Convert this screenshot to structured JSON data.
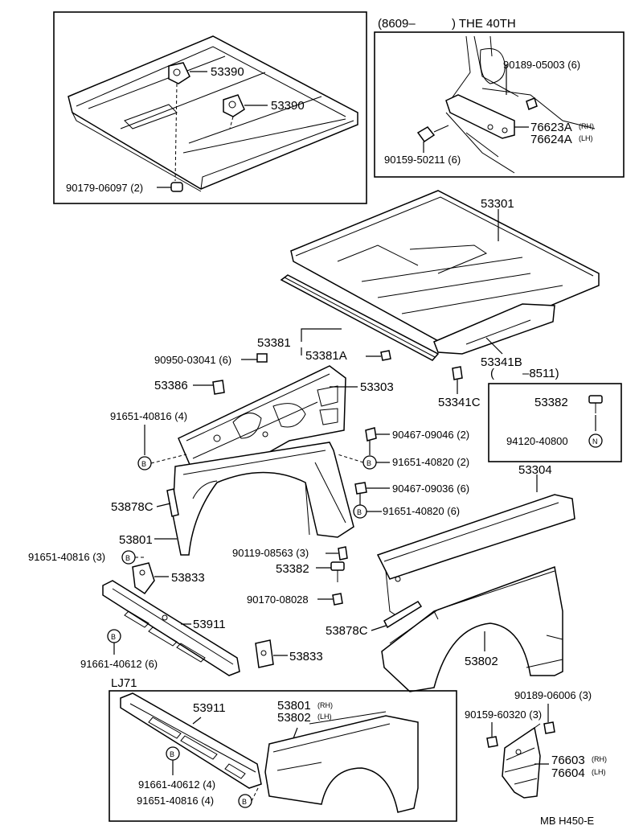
{
  "insets": {
    "top_right_header_code": "(8609–",
    "top_right_header_model": ") THE 40TH",
    "mid_right_header_open": "(",
    "mid_right_header_code": "–8511)",
    "bottom_left_header": "LJ71"
  },
  "labels": {
    "p53390a": "53390",
    "p53390b": "53390",
    "p90179": "90179-06097 (2)",
    "p90189_05003": "90189-05003 (6)",
    "p76623a": "76623A",
    "p76623a_side": "(RH)",
    "p76624a": "76624A",
    "p76624a_side": "(LH)",
    "p90159_50211": "90159-50211 (6)",
    "p53301": "53301",
    "p53381": "53381",
    "p53381a": "53381A",
    "p53341b": "53341B",
    "p53341c": "53341C",
    "p90950": "90950-03041 (6)",
    "p53386": "53386",
    "p53303": "53303",
    "p91651_40816_top": "91651-40816 (4)",
    "p53382_box": "53382",
    "p94120": "94120-40800",
    "p90467_09046": "90467-09046 (2)",
    "p91651_40820_a": "91651-40820 (2)",
    "p90467_09036": "90467-09036 (6)",
    "p91651_40820_b": "91651-40820 (6)",
    "p53304": "53304",
    "p53878c_left": "53878C",
    "p53801": "53801",
    "p90119": "90119-08563 (3)",
    "p91651_40816_3": "91651-40816 (3)",
    "p53833_a": "53833",
    "p53382": "53382",
    "p90170": "90170-08028",
    "p53911": "53911",
    "p53878c_right": "53878C",
    "p53802": "53802",
    "p91661_40612_6": "91661-40612 (6)",
    "p53833_b": "53833",
    "p90189_06006": "90189-06006 (3)",
    "p90159_60320": "90159-60320 (3)",
    "p53911_lj": "53911",
    "p53801_lj": "53801",
    "p53801_lj_side": "(RH)",
    "p53802_lj": "53802",
    "p53802_lj_side": "(LH)",
    "p91661_40612_4": "91661-40612 (4)",
    "p91651_40816_lj": "91651-40816 (4)",
    "p76603": "76603",
    "p76603_side": "(RH)",
    "p76604": "76604",
    "p76604_side": "(LH)"
  },
  "symbols": {
    "bolt_mark": "B",
    "nut_mark": "N"
  },
  "footer": {
    "code": "MB  H450-E"
  }
}
